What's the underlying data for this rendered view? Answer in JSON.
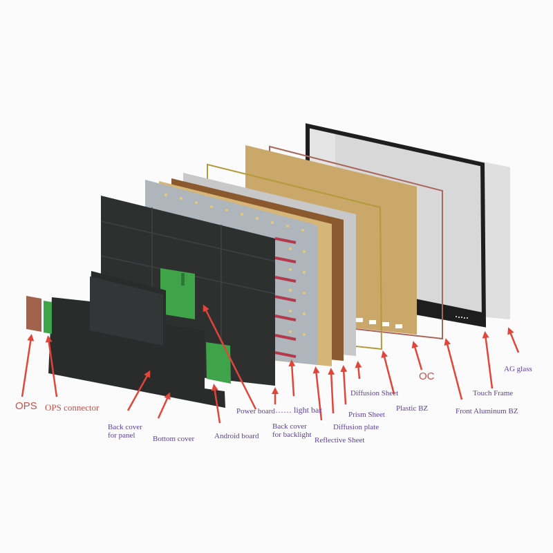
{
  "diagram": {
    "title": "Interactive flat panel exploded view",
    "colors": {
      "label_purple": "#5a3fa0",
      "label_red": "#c8504a",
      "arrow_red": "#e0453a",
      "back_cover": "#2e3030",
      "pcb_green": "#3fa34a",
      "ops_brown": "#a0624a",
      "backlight_grey": "#aeb6bc",
      "reflective_tan": "#d6b678",
      "diffusion_plate_brown": "#8a5a2e",
      "prism_grey": "#c8c8c8",
      "plastic_bz_gold": "#c9a858",
      "oc_tan": "#c9a86a",
      "front_al_bz": "#a8655a",
      "touch_frame_black": "#1e1e1e",
      "ag_glass": "#dcdcdc",
      "light_bar_red": "#b23a4a"
    },
    "labels": [
      {
        "id": "ops",
        "text": "OPS"
      },
      {
        "id": "ops_connector",
        "text": "OPS connector"
      },
      {
        "id": "back_cover_panel_1",
        "text": "Back cover"
      },
      {
        "id": "back_cover_panel_2",
        "text": "for panel"
      },
      {
        "id": "bottom_cover",
        "text": "Bottom cover"
      },
      {
        "id": "android_board",
        "text": "Android board"
      },
      {
        "id": "power_board",
        "text": "Power board"
      },
      {
        "id": "light_bar",
        "text": "…… light bar"
      },
      {
        "id": "back_cover_backlight_1",
        "text": "Back cover"
      },
      {
        "id": "back_cover_backlight_2",
        "text": "for backlight"
      },
      {
        "id": "reflective_sheet",
        "text": "Reflective Sheet"
      },
      {
        "id": "diffusion_plate",
        "text": "Diffusion plate"
      },
      {
        "id": "prism_sheet",
        "text": "Prism Sheet"
      },
      {
        "id": "diffusion_sheet",
        "text": "Diffusion Sheet"
      },
      {
        "id": "plastic_bz",
        "text": "Plastic BZ"
      },
      {
        "id": "oc",
        "text": "OC"
      },
      {
        "id": "front_aluminum_bz",
        "text": "Front Aluminum BZ"
      },
      {
        "id": "touch_frame",
        "text": "Touch Frame"
      },
      {
        "id": "ag_glass",
        "text": "AG glass"
      }
    ]
  }
}
